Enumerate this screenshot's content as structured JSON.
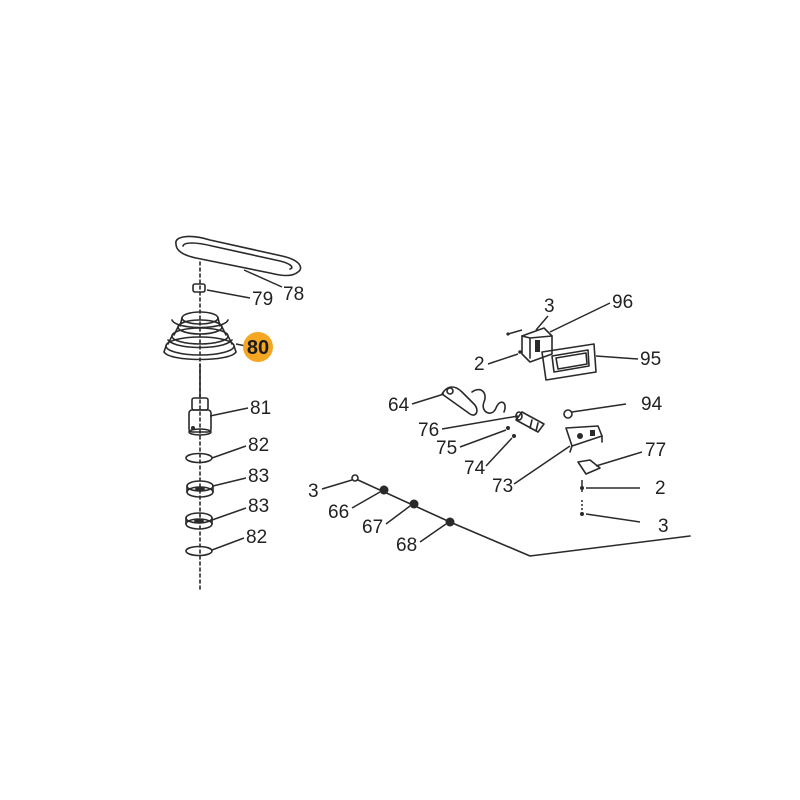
{
  "callouts": {
    "c78": "78",
    "c79": "79",
    "c80": "80",
    "c81": "81",
    "c82a": "82",
    "c83a": "83",
    "c83b": "83",
    "c82b": "82",
    "c3a": "3",
    "c96": "96",
    "c2a": "2",
    "c95": "95",
    "c64": "64",
    "c94": "94",
    "c76": "76",
    "c75": "75",
    "c74": "74",
    "c73": "73",
    "c77": "77",
    "c2b": "2",
    "c3b": "3",
    "c3c": "3",
    "c66": "66",
    "c67": "67",
    "c68": "68"
  },
  "highlight": {
    "part": "80",
    "color": "#f5a623"
  }
}
